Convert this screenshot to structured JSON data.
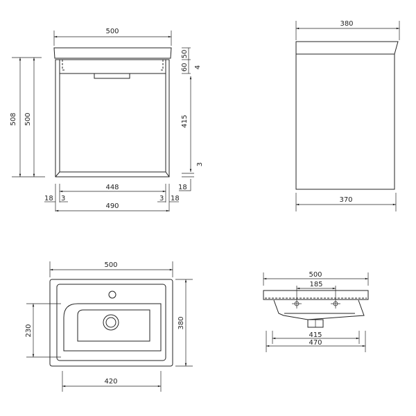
{
  "front_view": {
    "width_top": "500",
    "height_total": "508",
    "height_body": "500",
    "top_thickness": "50",
    "drawer_top": "60",
    "gap_top": "4",
    "door_height": "415",
    "gap_bottom": "3",
    "plinth": "18",
    "inner_width": "448",
    "side_left": "18",
    "gap_left": "3",
    "gap_right": "3",
    "side_right": "18",
    "body_width": "490"
  },
  "side_view": {
    "depth_top": "380",
    "depth_body": "370"
  },
  "basin_top_view": {
    "width": "500",
    "depth": "380",
    "bowl_depth": "230",
    "bowl_width": "420"
  },
  "basin_front_view": {
    "width": "500",
    "bracket_spacing": "185",
    "inner_width": "415",
    "outer_width": "470"
  }
}
